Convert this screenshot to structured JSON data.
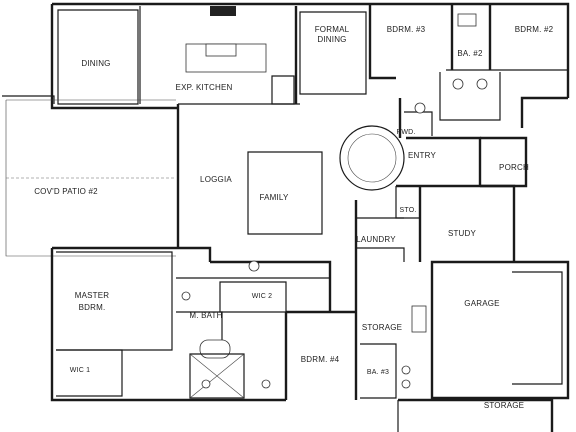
{
  "rooms": {
    "dining": "DINING",
    "exp_kitchen": "EXP. KITCHEN",
    "formal_dining_1": "FORMAL",
    "formal_dining_2": "DINING",
    "bdrm3": "BDRM. #3",
    "ba2": "BA. #2",
    "bdrm2": "BDRM. #2",
    "loggia": "LOGGIA",
    "covd_patio": "COV'D PATIO #2",
    "family": "FAMILY",
    "pwd": "PWD.",
    "entry": "ENTRY",
    "porch": "PORCH",
    "sto": "STO.",
    "study": "STUDY",
    "laundry": "LAUNDRY",
    "garage": "GARAGE",
    "master_1": "MASTER",
    "master_2": "BDRM.",
    "wic2": "WIC 2",
    "m_bath": "M. BATH",
    "wic1": "WIC 1",
    "bdrm4": "BDRM. #4",
    "storage_mid": "STORAGE",
    "ba3": "BA. #3",
    "storage_bottom": "STORAGE"
  }
}
